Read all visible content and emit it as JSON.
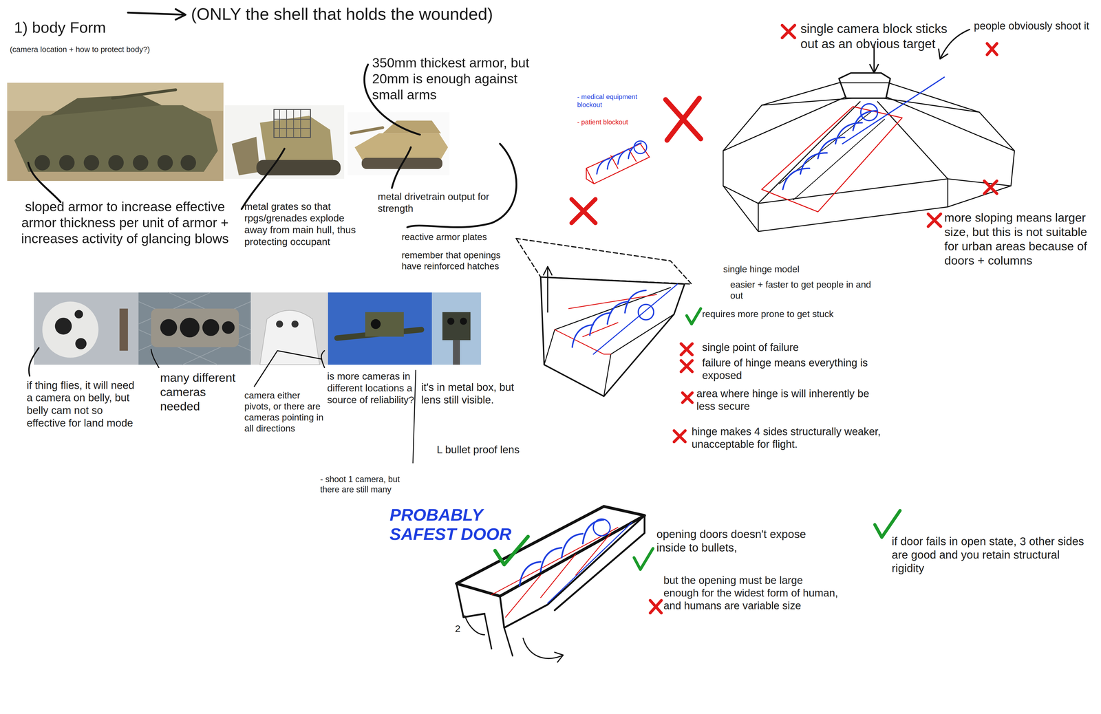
{
  "diagram": {
    "title": "1) body Form",
    "labels": [
      "(camera location + how to protect body?)",
      "(ONLY the shell that holds the wounded)",
      "sloped armor to increase effective armor thickness per unit of armor + increases activity of glancing blows",
      "metal grates so that rpgs/grenades explode away from main hull, thus protecting occupant",
      "350mm thickest armor, but 20mm is enough against small arms",
      "metal drivetrain output for strength",
      "reactive armor plates",
      "remember that openings have reinforced hatches",
      "if thing flies, it will need a camera on belly, but belly cam not so effective for land mode",
      "many different cameras needed",
      "camera either pivots, or there are cameras pointing in all directions",
      "is more cameras in different locations a source of reliability?",
      "- shoot 1 camera, but there are still many",
      "it's in metal box, but lens still visible.",
      "L bullet proof lens",
      "- medical equipment blockout",
      "- patient blockout",
      "single camera block sticks out as an obvious target",
      "people obviously shoot it",
      "more sloping means larger size, but this is not suitable for urban areas because of doors + columns",
      "single hinge model",
      "easier + faster to get people in and out",
      "requires more prone to get stuck",
      "single point of failure",
      "failure of hinge means everything is exposed",
      "area where hinge is will inherently be less secure",
      "hinge makes 4 sides structurally weaker, unacceptable for flight.",
      "PROBABLY SAFEST DOOR",
      "opening doors doesn't expose inside to bullets,",
      "but the opening must be large enough for the widest form of human, and humans are variable size",
      "if door fails in open state, 3 other sides are good and you retain structural rigidity",
      "2"
    ]
  }
}
